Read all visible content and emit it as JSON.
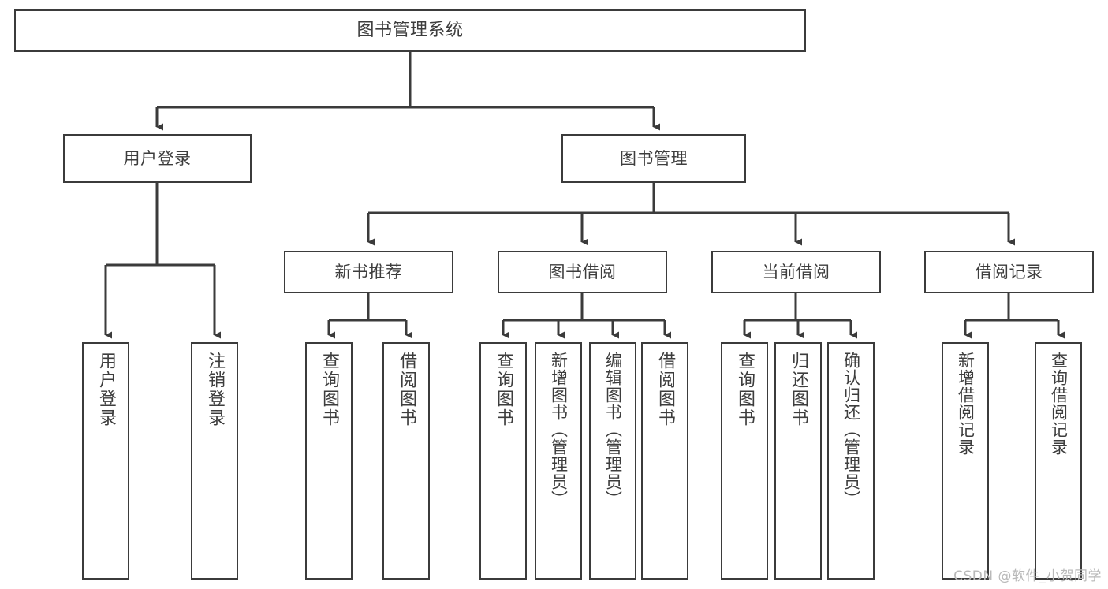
{
  "diagram": {
    "title": "图书管理系统",
    "type": "tree-hierarchy",
    "colors": {
      "stroke": "#3b3b3b",
      "text": "#3d3d3d",
      "background": "#ffffff",
      "watermark": "#b9b9b9"
    },
    "root": {
      "label": "图书管理系统"
    },
    "level1": [
      {
        "label": "用户登录"
      },
      {
        "label": "图书管理"
      }
    ],
    "level2": [
      {
        "label": "新书推荐"
      },
      {
        "label": "图书借阅"
      },
      {
        "label": "当前借阅"
      },
      {
        "label": "借阅记录"
      }
    ],
    "leaves": {
      "user_login": [
        {
          "label": "用户登录"
        },
        {
          "label": "注销登录"
        }
      ],
      "new_book_recommend": [
        {
          "label": "查询图书"
        },
        {
          "label": "借阅图书"
        }
      ],
      "book_borrow": [
        {
          "label": "查询图书"
        },
        {
          "label": "新增图书（管理员）"
        },
        {
          "label": "编辑图书（管理员）"
        },
        {
          "label": "借阅图书"
        }
      ],
      "current_borrow": [
        {
          "label": "查询图书"
        },
        {
          "label": "归还图书"
        },
        {
          "label": "确认归还（管理员）"
        }
      ],
      "borrow_record": [
        {
          "label": "新增借阅记录"
        },
        {
          "label": "查询借阅记录"
        }
      ]
    }
  },
  "watermark": {
    "text": "CSDN @软件_小贺同学"
  }
}
